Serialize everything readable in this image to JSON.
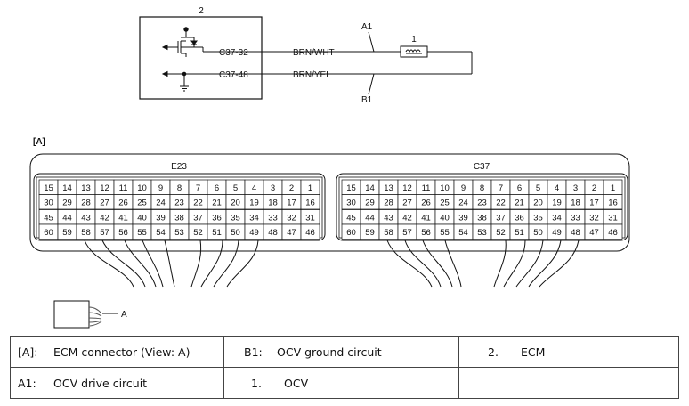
{
  "schematic": {
    "ecm_number": "2",
    "ocv_number": "1",
    "pin_upper": "C37-32",
    "pin_lower": "C37-48",
    "wire_upper": "BRN/WHT",
    "wire_lower": "BRN/YEL",
    "circuit_upper": "A1",
    "circuit_lower": "B1"
  },
  "connector_view": {
    "view_label": "[A]",
    "arrow_label": "A",
    "connectors": [
      {
        "name": "E23",
        "rows": [
          [
            "15",
            "14",
            "13",
            "12",
            "11",
            "10",
            "9",
            "8",
            "7",
            "6",
            "5",
            "4",
            "3",
            "2",
            "1"
          ],
          [
            "30",
            "29",
            "28",
            "27",
            "26",
            "25",
            "24",
            "23",
            "22",
            "21",
            "20",
            "19",
            "18",
            "17",
            "16"
          ],
          [
            "45",
            "44",
            "43",
            "42",
            "41",
            "40",
            "39",
            "38",
            "37",
            "36",
            "35",
            "34",
            "33",
            "32",
            "31"
          ],
          [
            "60",
            "59",
            "58",
            "57",
            "56",
            "55",
            "54",
            "53",
            "52",
            "51",
            "50",
            "49",
            "48",
            "47",
            "46"
          ]
        ]
      },
      {
        "name": "C37",
        "rows": [
          [
            "15",
            "14",
            "13",
            "12",
            "11",
            "10",
            "9",
            "8",
            "7",
            "6",
            "5",
            "4",
            "3",
            "2",
            "1"
          ],
          [
            "30",
            "29",
            "28",
            "27",
            "26",
            "25",
            "24",
            "23",
            "22",
            "21",
            "20",
            "19",
            "18",
            "17",
            "16"
          ],
          [
            "45",
            "44",
            "43",
            "42",
            "41",
            "40",
            "39",
            "38",
            "37",
            "36",
            "35",
            "34",
            "33",
            "32",
            "31"
          ],
          [
            "60",
            "59",
            "58",
            "57",
            "56",
            "55",
            "54",
            "53",
            "52",
            "51",
            "50",
            "49",
            "48",
            "47",
            "46"
          ]
        ]
      }
    ]
  },
  "legend": {
    "row1": [
      {
        "key": "[A]:",
        "text": "ECM connector (View: A)"
      },
      {
        "key": "B1:",
        "text": "OCV ground circuit"
      },
      {
        "key": "2.",
        "text": "ECM"
      }
    ],
    "row2": [
      {
        "key": "A1:",
        "text": "OCV drive circuit"
      },
      {
        "key": "1.",
        "text": "OCV"
      },
      {
        "key": "",
        "text": ""
      }
    ]
  }
}
